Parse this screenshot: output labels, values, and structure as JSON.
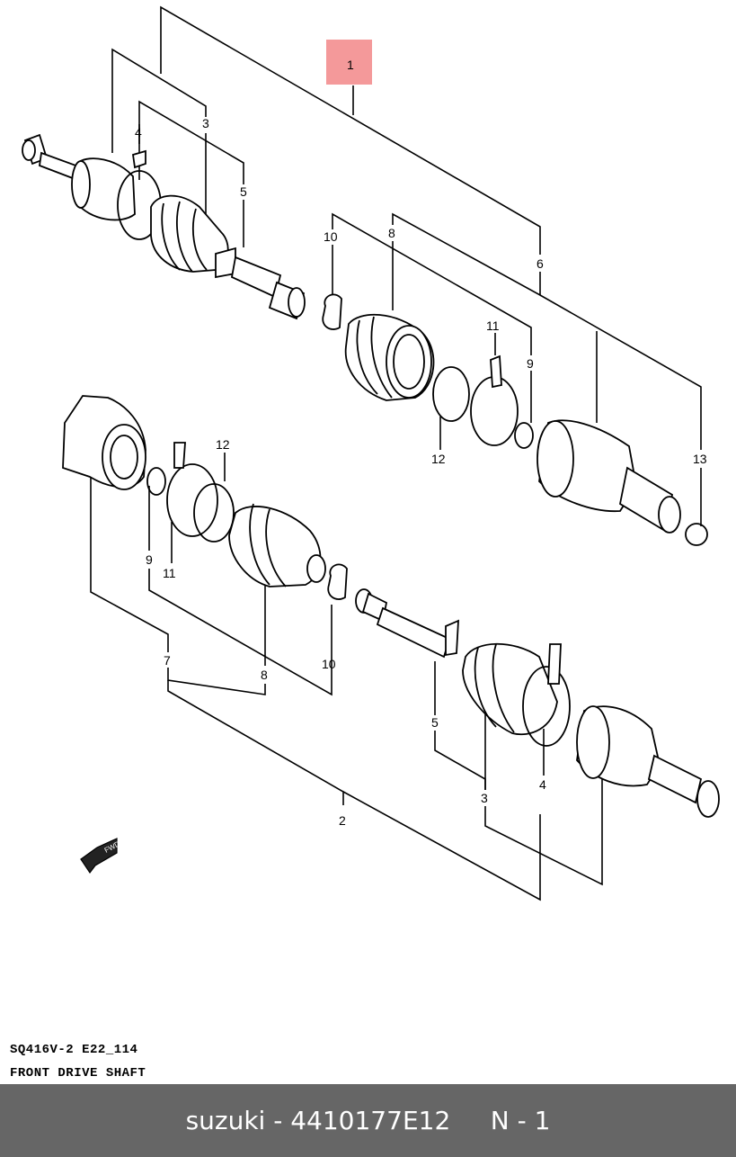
{
  "diagram": {
    "highlight_color": "#f4999a",
    "callouts": {
      "c1": "1",
      "c2": "2",
      "c3a": "3",
      "c3b": "3",
      "c4a": "4",
      "c4b": "4",
      "c5a": "5",
      "c5b": "5",
      "c6": "6",
      "c7": "7",
      "c8a": "8",
      "c8b": "8",
      "c9a": "9",
      "c9b": "9",
      "c10a": "10",
      "c10b": "10",
      "c11a": "11",
      "c11b": "11",
      "c12a": "12",
      "c12b": "12",
      "c13": "13"
    },
    "direction_mark": "FWD",
    "direction_icon": "forward-arrow-icon"
  },
  "caption": {
    "line1": "SQ416V-2  E22_114",
    "line2": "FRONT DRIVE SHAFT"
  },
  "footer": {
    "text": "suzuki - 4410177E12     N - 1"
  }
}
